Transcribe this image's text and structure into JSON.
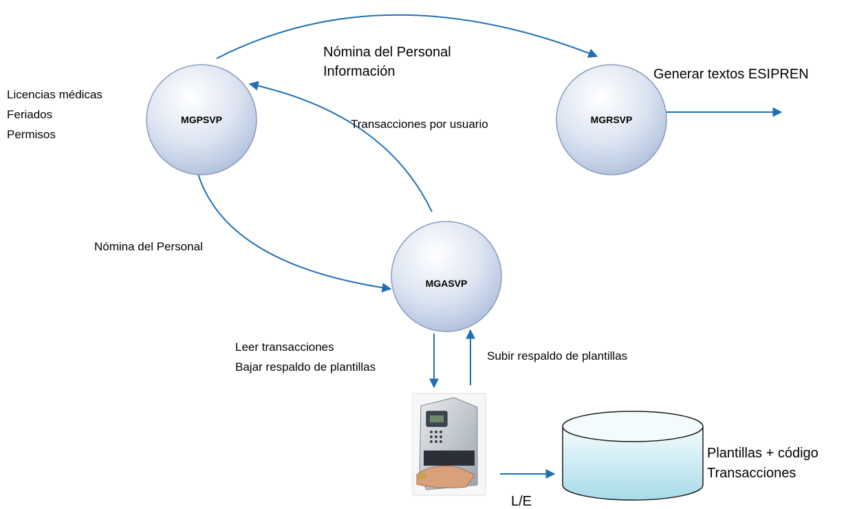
{
  "nodes": {
    "mgpsvp": "MGPSVP",
    "mgrsvp": "MGRSVP",
    "mgasvp": "MGASVP"
  },
  "labels": {
    "nomina_info_1": "Nómina del Personal",
    "nomina_info_2": "Información",
    "generar": "Generar textos ESIPREN",
    "licencias": "Licencias médicas",
    "feriados": "Feriados",
    "permisos": "Permisos",
    "transacciones_usuario": "Transacciones por usuario",
    "nomina_personal": "Nómina del Personal",
    "leer": "Leer transacciones",
    "bajar": "Bajar respaldo de plantillas",
    "subir": "Subir respaldo de plantillas",
    "le": "L/E",
    "plantillas_codigo": "Plantillas + código",
    "transacciones": "Transacciones"
  },
  "colors": {
    "arrow": "#1f6fb5",
    "node_fill_top": "#ffffff",
    "node_fill_bottom": "#b8c7e0",
    "node_stroke": "#7f93b5",
    "db_fill_top": "#f3fbfd",
    "db_fill_bottom": "#a9dde9",
    "db_stroke": "#1a1a1a"
  },
  "icons": {
    "device": "hand-scanner-icon"
  }
}
